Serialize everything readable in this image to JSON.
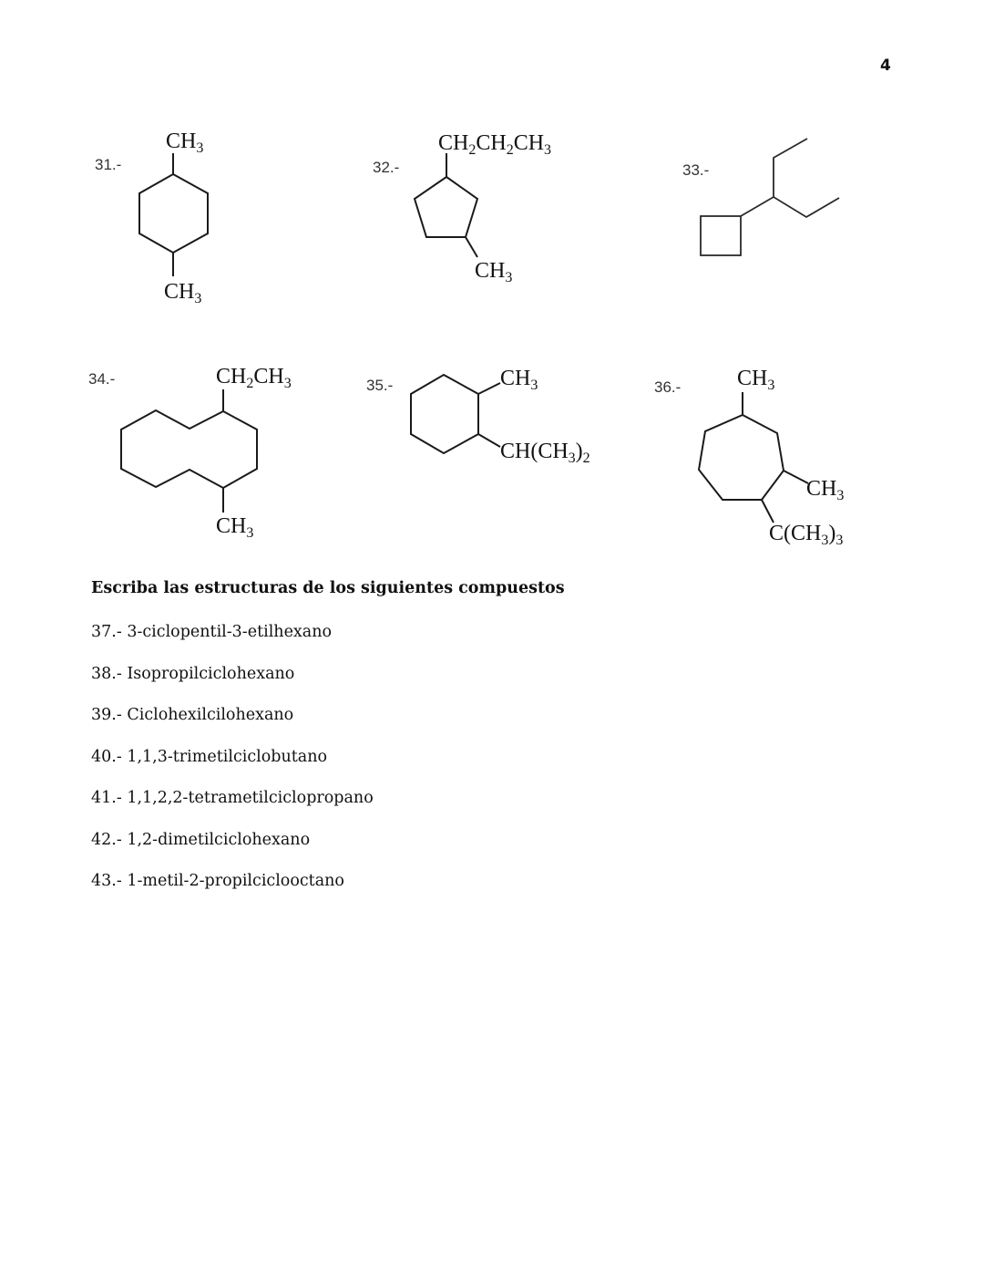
{
  "page": {
    "number": "4"
  },
  "structures": [
    {
      "label": "31.-",
      "ring": "cyclohexane",
      "substituents": [
        "CH3",
        "CH3"
      ],
      "top_group": "CH",
      "top_sub": "3",
      "bottom_group": "CH",
      "bottom_sub": "3"
    },
    {
      "label": "32.-",
      "ring": "cyclopentane",
      "substituents": [
        "CH2CH2CH3",
        "CH3"
      ],
      "top_group_parts": [
        "CH",
        "2",
        "CH",
        "2",
        "CH",
        "3"
      ],
      "bottom_group": "CH",
      "bottom_sub": "3"
    },
    {
      "label": "33.-",
      "ring": "cyclobutane",
      "substituents": [
        "pentan-3-yl (skeletal)"
      ]
    },
    {
      "label": "34.-",
      "ring": "cyclodecane",
      "substituents": [
        "CH2CH3",
        "CH3"
      ],
      "top_group_parts": [
        "CH",
        "2",
        "CH",
        "3"
      ],
      "bottom_group": "CH",
      "bottom_sub": "3"
    },
    {
      "label": "35.-",
      "ring": "cyclohexane",
      "substituents": [
        "CH3",
        "CH(CH3)2"
      ],
      "top_group": "CH",
      "top_sub": "3",
      "side_group_parts": [
        "CH(CH",
        "3",
        ")",
        "2"
      ]
    },
    {
      "label": "36.-",
      "ring": "cycloheptane",
      "substituents": [
        "CH3",
        "CH3",
        "C(CH3)3"
      ],
      "top_group": "CH",
      "top_sub": "3",
      "side_group": "CH",
      "side_sub": "3",
      "bottom_group_parts": [
        "C(CH",
        "3",
        ")",
        "3"
      ]
    }
  ],
  "instructions": "Escriba las estructuras de los siguientes compuestos",
  "exercises": [
    {
      "number": "37.-",
      "name": "3-ciclopentil-3-etilhexano"
    },
    {
      "number": "38.-",
      "name": "Isopropilciclohexano"
    },
    {
      "number": "39.-",
      "name": "Ciclohexilcilohexano"
    },
    {
      "number": "40.-",
      "name": "1,1,3-trimetilciclobutano"
    },
    {
      "number": "41.-",
      "name": "1,1,2,2-tetrametilciclopropano"
    },
    {
      "number": "42.-",
      "name": "1,2-dimetilciclohexano"
    },
    {
      "number": "43.-",
      "name": "1-metil-2-propilciclooctano"
    }
  ]
}
